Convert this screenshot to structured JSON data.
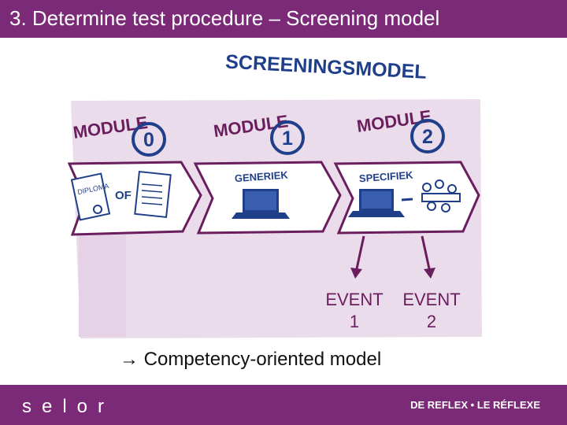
{
  "slide": {
    "title": "3. Determine test procedure – Screening model"
  },
  "illustration": {
    "heading": "SCREENINGSMODEL",
    "modules": [
      {
        "label": "MODULE",
        "number": "0",
        "content": [
          "DIPLOMA",
          "OF"
        ]
      },
      {
        "label": "MODULE",
        "number": "1",
        "content": [
          "GENERIEK"
        ]
      },
      {
        "label": "MODULE",
        "number": "2",
        "content": [
          "SPECIFIEK"
        ]
      }
    ],
    "colors": {
      "band": "#eadcea",
      "number": "#1f3f8a",
      "arrow": "#7b2a78"
    }
  },
  "events": [
    {
      "line1": "EVENT",
      "line2": "1"
    },
    {
      "line1": "EVENT",
      "line2": "2"
    }
  ],
  "note": "Competency-oriented model",
  "footer": {
    "logo": "selor",
    "tagline": "DE REFLEX • LE RÉFLEXE"
  }
}
